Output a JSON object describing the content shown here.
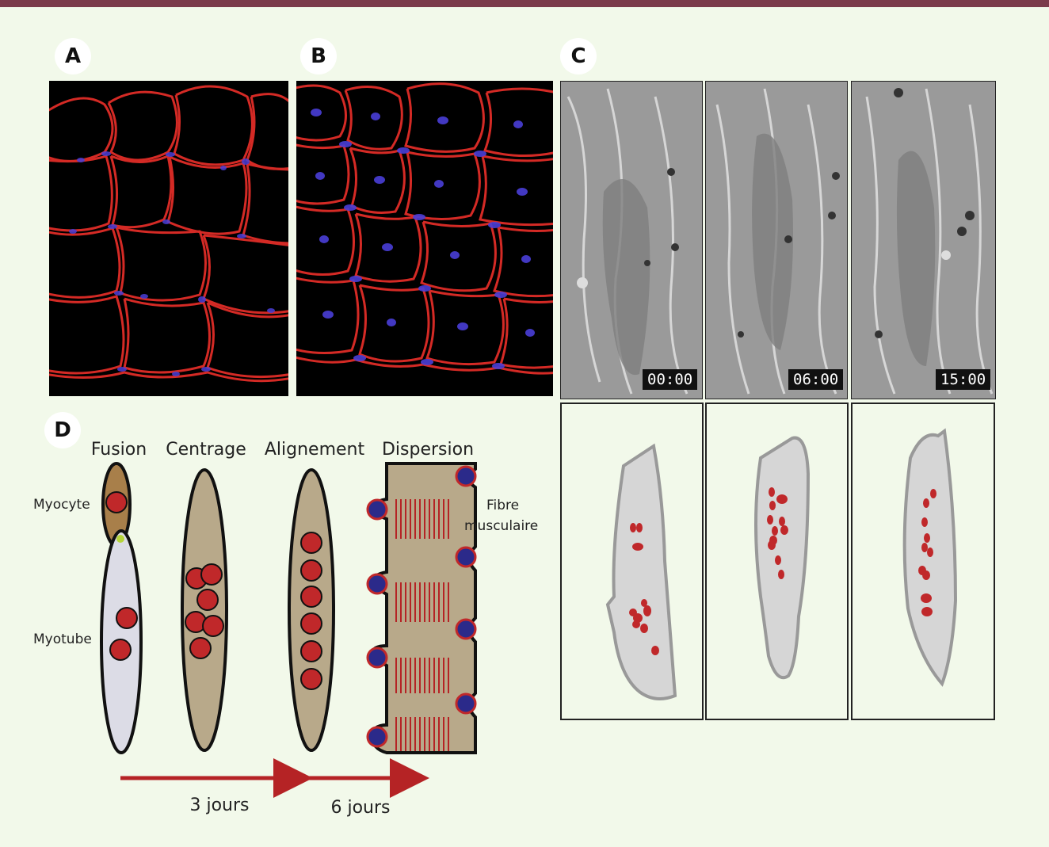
{
  "panels": {
    "a": {
      "label": "A"
    },
    "b": {
      "label": "B"
    },
    "c": {
      "label": "C",
      "timestamps": [
        "00:00",
        "06:00",
        "15:00"
      ]
    },
    "d": {
      "label": "D",
      "stages": [
        "Fusion",
        "Centrage",
        "Alignement",
        "Dispersion"
      ],
      "myocyte": "Myocyte",
      "myotube": "Myotube",
      "fibre_line1": "Fibre",
      "fibre_line2": "musculaire",
      "arrow1": "3 jours",
      "arrow2": "6 jours"
    }
  },
  "colors": {
    "topbar": "#7b3b4b",
    "background": "#f2f9ea",
    "nucleus": "#c0282a",
    "nucleus_blue": "#2b2a8a",
    "cytoplasm": "#b8a98a",
    "myocyte": "#a87f4a",
    "myotube": "#dcdce6",
    "tracing_cell": "#d6d6d6"
  }
}
